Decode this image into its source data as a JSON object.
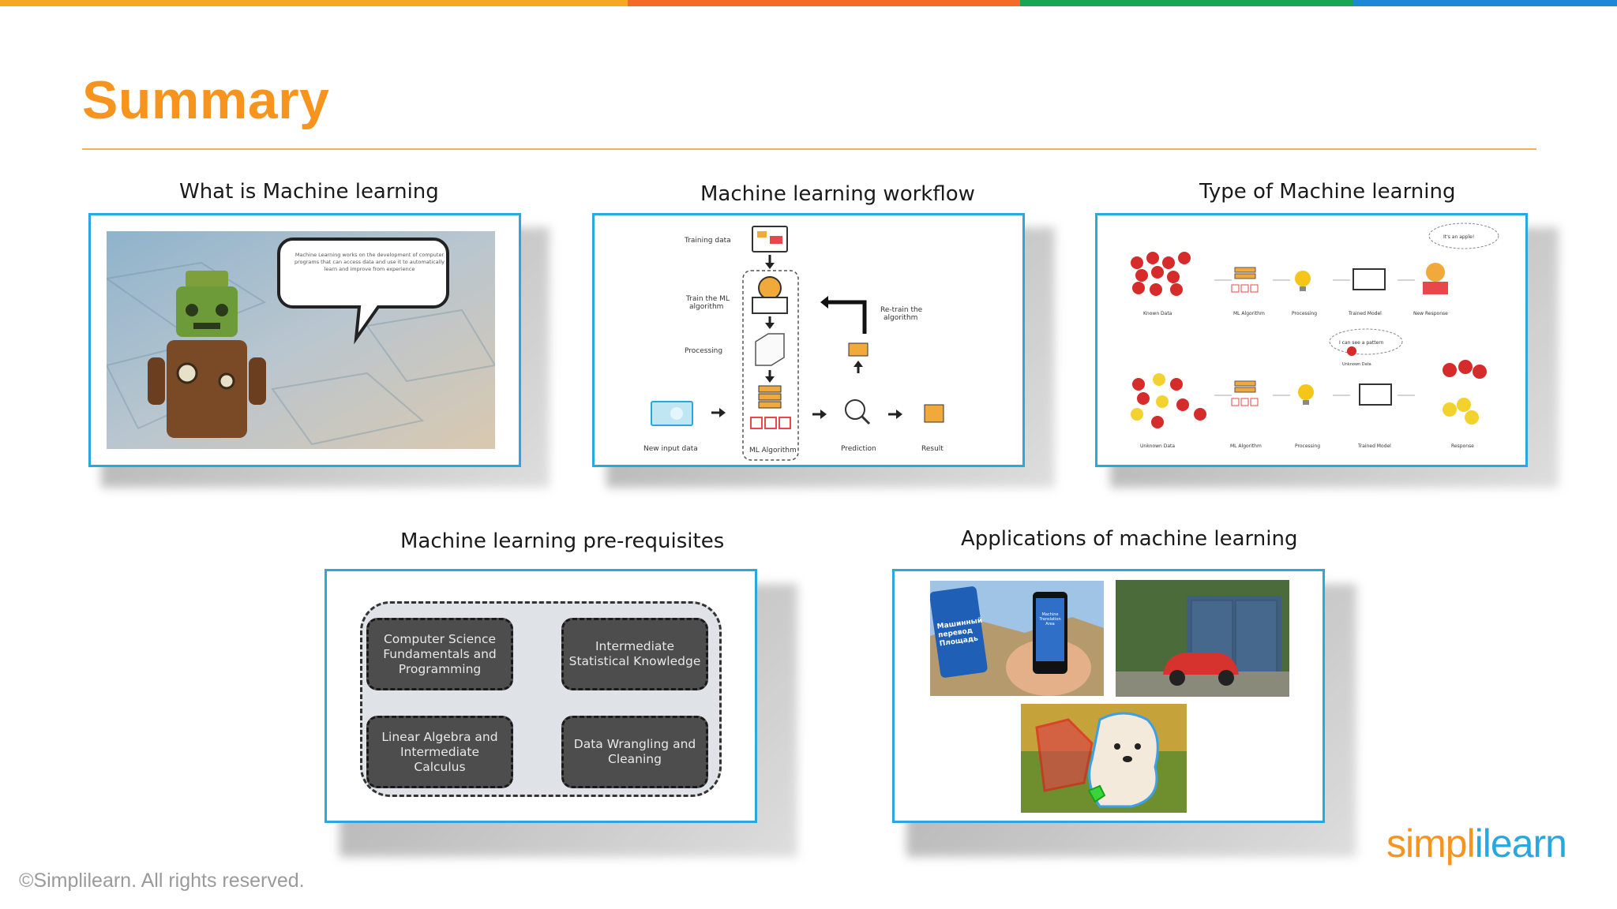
{
  "slide": {
    "title": "Summary",
    "footer": "©Simplilearn. All rights reserved.",
    "logo": {
      "part1": "simpl",
      "sep": "i",
      "part2": "learn"
    },
    "colors": {
      "title": "#f7941d",
      "card_border": "#29a8e0",
      "bar": [
        "#f7a823",
        "#f26c28",
        "#18a554",
        "#1e88d6"
      ]
    }
  },
  "panels": {
    "what_is": {
      "caption": "What is Machine learning",
      "bubble": "Machine Learning works on the development of computer programs that can access data and use it to automatically learn and improve from experience"
    },
    "workflow": {
      "caption": "Machine learning workflow",
      "labels": {
        "training": "Training data",
        "train": "Train the ML algorithm",
        "processing": "Processing",
        "retrain": "Re-train the algorithm",
        "new_input": "New input data",
        "ml_algo": "ML Algorithm",
        "prediction": "Prediction",
        "result": "Result"
      }
    },
    "types": {
      "caption": "Type of Machine learning",
      "row1": [
        "Known Data",
        "ML Algorithm",
        "Processing",
        "Trained Model",
        "New Response"
      ],
      "row2": [
        "Unknown Data",
        "ML Algorithm",
        "Processing",
        "Trained Model",
        "Response"
      ],
      "bubble1": "It's an apple!",
      "bubble2": "I can see a pattern",
      "mid_label": "Unknown Data"
    },
    "prereq": {
      "caption": "Machine learning pre-requisites",
      "boxes": [
        "Computer Science Fundamentals and Programming",
        "Intermediate Statistical Knowledge",
        "Linear Algebra and Intermediate Calculus",
        "Data Wrangling and Cleaning"
      ]
    },
    "apps": {
      "caption": "Applications of machine learning",
      "sign_text": "Машинный перевод Площадь",
      "phone_text": "Machine Translation Area"
    }
  }
}
